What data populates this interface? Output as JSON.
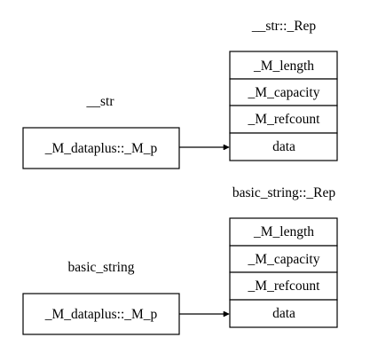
{
  "top": {
    "struct_label": "__str",
    "pointer_field": "_M_dataplus::_M_p",
    "rep_label": "__str::_Rep",
    "rep_fields": [
      "_M_length",
      "_M_capacity",
      "_M_refcount",
      "data"
    ]
  },
  "bottom": {
    "struct_label": "basic_string",
    "pointer_field": "_M_dataplus::_M_p",
    "rep_label": "basic_string::_Rep",
    "rep_fields": [
      "_M_length",
      "_M_capacity",
      "_M_refcount",
      "data"
    ]
  }
}
